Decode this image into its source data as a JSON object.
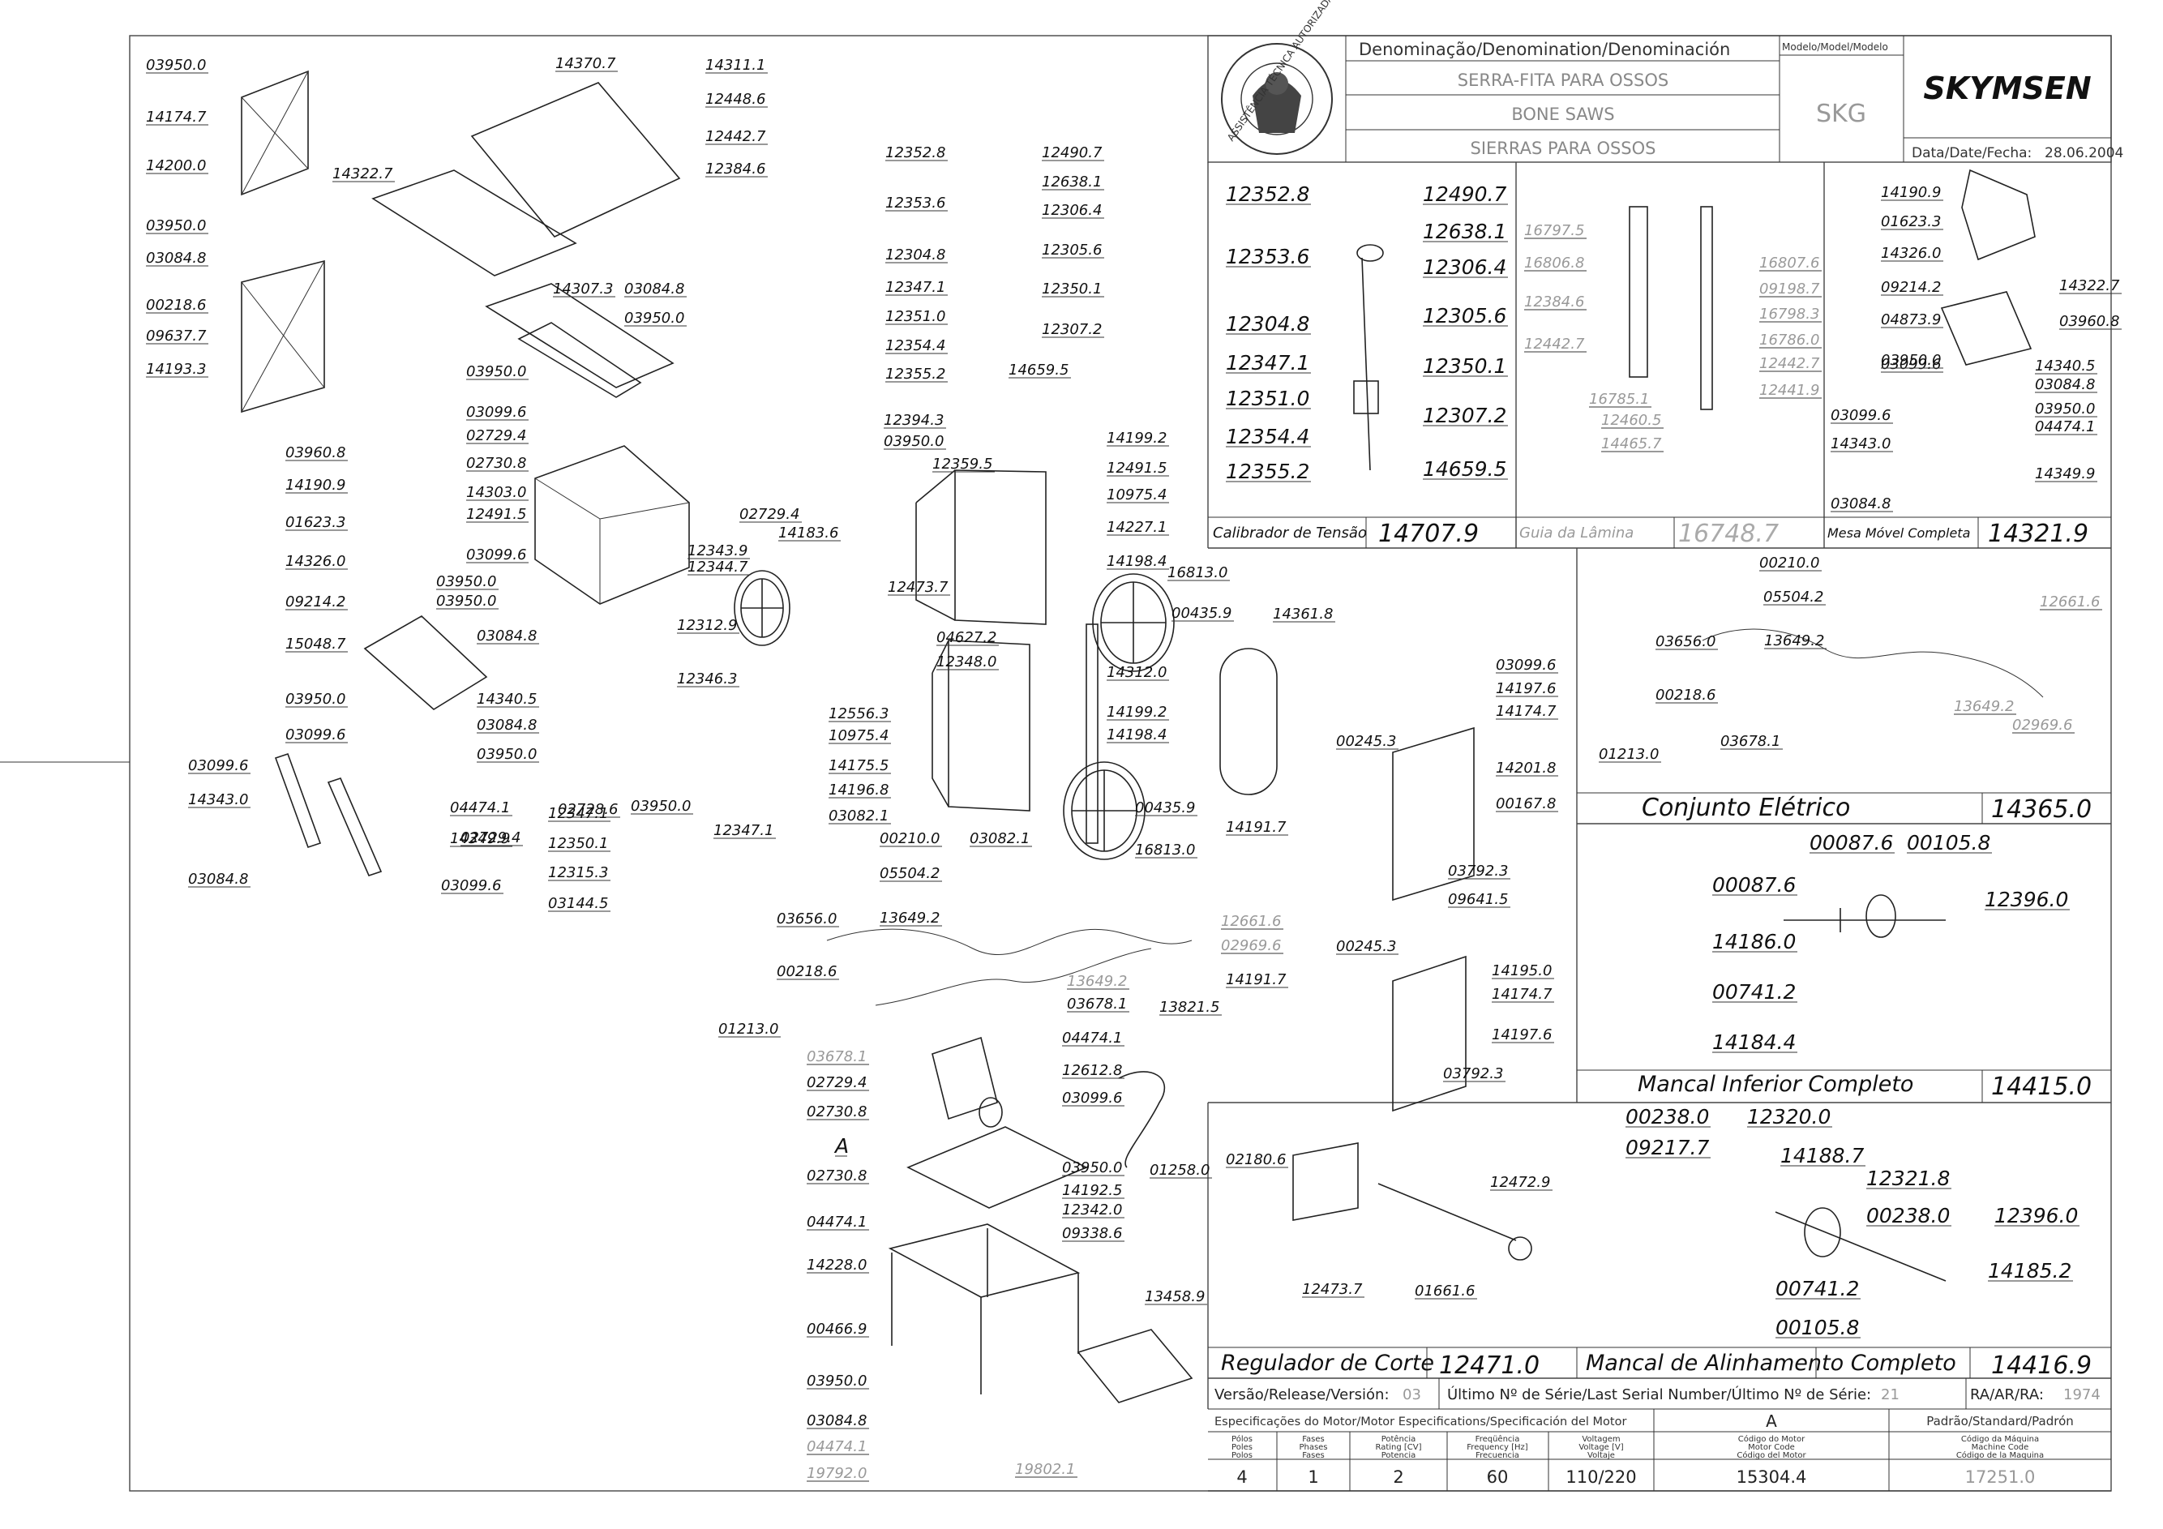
{
  "title_block": {
    "denomination_header": "Denominação/Denomination/Denominación",
    "model_header": "Modelo/Model/Modelo",
    "name_pt": "SERRA-FITA PARA OSSOS",
    "name_en": "BONE SAWS",
    "name_es": "SIERRAS PARA OSSOS",
    "model": "SKG",
    "brand": "SKYMSEN",
    "badge_text": "ASSISTÊNCIA TÉCNICA AUTORIZADA",
    "date_label": "Data/Date/Fecha:",
    "date": "28.06.2004"
  },
  "insets": {
    "tension": {
      "title": "Calibrador de Tensão",
      "code": "14707.9",
      "labels": [
        "12352.8",
        "12490.7",
        "12638.1",
        "12353.6",
        "12306.4",
        "12304.8",
        "12305.6",
        "12347.1",
        "12350.1",
        "12351.0",
        "12307.2",
        "12354.4",
        "14659.5",
        "12355.2"
      ]
    },
    "blade_guide": {
      "title": "Guia da Lâmina",
      "code": "16748.7",
      "labels": [
        "16797.5",
        "16806.8",
        "16807.6",
        "09198.7",
        "12384.6",
        "16798.3",
        "12442.7",
        "16786.0",
        "12442.7",
        "16785.1",
        "12441.9",
        "12460.5",
        "14465.7"
      ]
    },
    "table": {
      "title": "Mesa Móvel Completa",
      "code": "14321.9",
      "labels": [
        "14190.9",
        "01623.3",
        "14326.0",
        "14322.7",
        "09214.2",
        "04873.9",
        "03960.8",
        "14340.5",
        "03950.0",
        "03084.8",
        "03099.6",
        "03950.0",
        "04474.1",
        "03099.6",
        "14343.0",
        "14349.9",
        "03084.8"
      ]
    },
    "electric": {
      "title": "Conjunto Elétrico",
      "code": "14365.0",
      "labels": [
        "00210.0",
        "05504.2",
        "12661.6",
        "03656.0",
        "13649.2",
        "00218.6",
        "13649.2",
        "02969.6",
        "01213.0",
        "03678.1"
      ]
    },
    "lower_bearing": {
      "title": "Mancal Inferior Completo",
      "code": "14415.0",
      "labels": [
        "00087.6",
        "00105.8",
        "00087.6",
        "12396.0",
        "14186.0",
        "00741.2",
        "14184.4"
      ]
    },
    "cut_regulator": {
      "title": "Regulador de Corte",
      "code": "12471.0",
      "labels": [
        "02180.6",
        "12472.9",
        "12473.7",
        "01661.6"
      ]
    },
    "alignment": {
      "title": "Mancal de Alinhamento Completo",
      "code": "14416.9",
      "labels": [
        "00238.0",
        "12320.0",
        "09217.7",
        "14188.7",
        "12321.8",
        "00238.0",
        "12396.0",
        "00741.2",
        "14185.2",
        "00105.8"
      ]
    }
  },
  "main_labels": {
    "left": [
      "03950.0",
      "14174.7",
      "14200.0",
      "03950.0",
      "03084.8",
      "00218.6",
      "09637.7",
      "14193.3",
      "03960.8",
      "14190.9",
      "01623.3",
      "14326.0",
      "09214.2",
      "15048.7",
      "03950.0",
      "03099.6",
      "03099.6",
      "14343.0",
      "03084.8"
    ],
    "center_left": [
      "14370.7",
      "14311.1",
      "12448.6",
      "12442.7",
      "12384.6",
      "14322.7",
      "14307.3",
      "03084.8",
      "03950.0",
      "03950.0",
      "03099.6",
      "02729.4",
      "02730.8",
      "14303.0",
      "12491.5",
      "03099.6",
      "03950.0",
      "03950.0",
      "03084.8",
      "14340.5",
      "03084.8",
      "03950.0",
      "04474.1",
      "14349.9",
      "02729.4",
      "03099.6",
      "03950.0",
      "02728.6",
      "02729.4",
      "14183.6",
      "12343.9",
      "12344.7",
      "12312.9",
      "12346.3",
      "12347.1",
      "12350.1",
      "12315.3",
      "03144.5",
      "12347.1"
    ],
    "center": [
      "12352.8",
      "12490.7",
      "12638.1",
      "12353.6",
      "12306.4",
      "12304.8",
      "12305.6",
      "12347.1",
      "12350.1",
      "12351.0",
      "12307.2",
      "12354.4",
      "12355.2",
      "14659.5",
      "12394.3",
      "03950.0",
      "12359.5",
      "14199.2",
      "12491.5",
      "10975.4",
      "14227.1",
      "14198.4",
      "16813.0",
      "00435.9",
      "12473.7",
      "04627.2",
      "12348.0",
      "14312.0",
      "12556.3",
      "14199.2",
      "10975.4",
      "14198.4",
      "14175.5",
      "14196.8",
      "03082.1",
      "03082.1",
      "00435.9",
      "16813.0",
      "14361.8"
    ],
    "right": [
      "03099.6",
      "14197.6",
      "14174.7",
      "00245.3",
      "14201.8",
      "00167.8",
      "14191.7",
      "03792.3",
      "09641.5",
      "00245.3",
      "14195.0",
      "14174.7",
      "14191.7",
      "14197.6",
      "03792.3"
    ],
    "bottom": [
      "00210.0",
      "05504.2",
      "03656.0",
      "13649.2",
      "12661.6",
      "02969.6",
      "00218.6",
      "13649.2",
      "03678.1",
      "01213.0",
      "13821.5",
      "03678.1",
      "04474.1",
      "02729.4",
      "12612.8",
      "02730.8",
      "03099.6",
      "03950.0",
      "02730.8",
      "14192.5",
      "04474.1",
      "12342.0",
      "09338.6",
      "14228.0",
      "00466.9",
      "13458.9",
      "01258.0",
      "03950.0",
      "03084.8",
      "04474.1",
      "19792.0",
      "19802.1"
    ],
    "view_letter": "A"
  },
  "footer": {
    "version_label": "Versão/Release/Versión:",
    "version": "03",
    "serial_label": "Último Nº de Série/Last Serial Number/Último Nº de Série:",
    "serial": "21",
    "ra_label": "RA/AR/RA:",
    "ra": "1974",
    "motor_spec_header": "Especificações do Motor/Motor Especifications/Specificación del Motor",
    "variant": "A",
    "standard_header": "Padrão/Standard/Padrón",
    "poles_label": "Pólos\nPoles\nPolos",
    "phases_label": "Fases\nPhases\nFases",
    "power_label": "Potência\nRating [CV]\nPotencia",
    "freq_label": "Freqüência\nFrequency [Hz]\nFrecuencia",
    "voltage_label": "Voltagem\nVoltage [V]\nVoltaje",
    "motor_code_label": "Código do Motor\nMotor Code\nCódigo del Motor",
    "machine_code_label": "Código da Máquina\nMachine Code\nCódigo de la Maquina",
    "poles": "4",
    "phases": "1",
    "power": "2",
    "frequency": "60",
    "voltage": "110/220",
    "motor_code": "15304.4",
    "machine_code": "17251.0"
  },
  "gray_labels": [
    "12661.6",
    "02969.6",
    "13649.2",
    "03678.1",
    "04474.1",
    "19792.0",
    "19802.1",
    "16797.5",
    "16806.8",
    "16807.6",
    "09198.7",
    "12384.6",
    "16798.3",
    "12442.7",
    "16786.0",
    "16785.1",
    "12441.9",
    "12460.5",
    "14465.7",
    "13649.2",
    "12661.6",
    "02969.6"
  ]
}
